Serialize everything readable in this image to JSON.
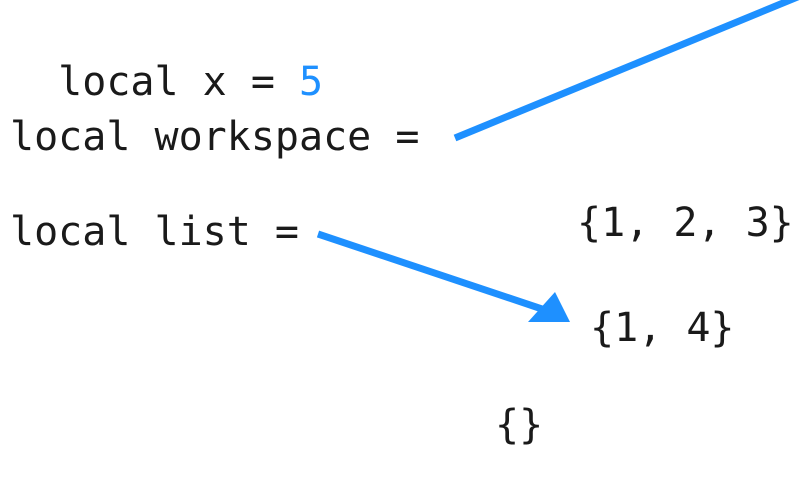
{
  "lines": {
    "x_decl": {
      "keyword": "local x = ",
      "value": "5"
    },
    "workspace_decl": {
      "text": "local workspace ="
    },
    "list_decl": {
      "text": "local list ="
    }
  },
  "values": {
    "table_123": "{1, 2, 3}",
    "table_14": "{1, 4}",
    "table_empty": "{}"
  },
  "colors": {
    "arrow": "#1e90ff",
    "number": "#1e90ff",
    "text": "#1a1a1a"
  }
}
